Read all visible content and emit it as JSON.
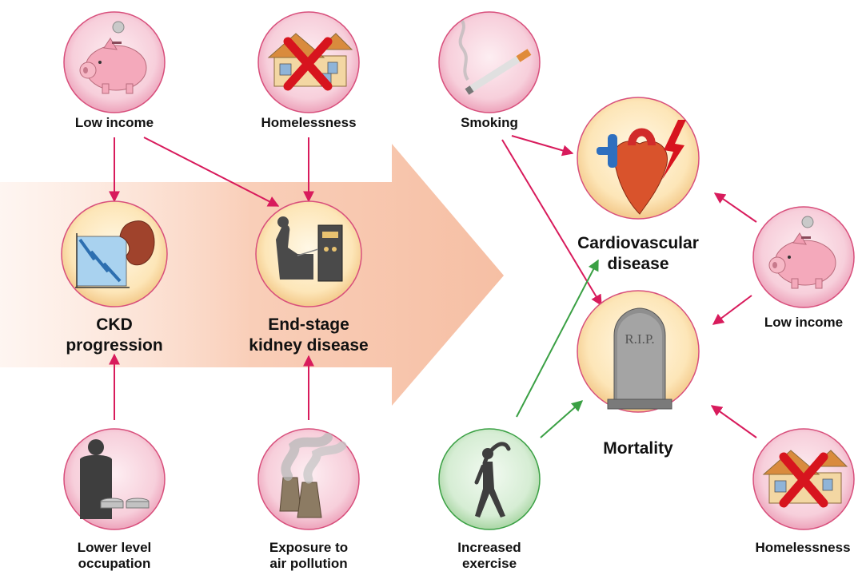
{
  "labels": {
    "low_income_top": "Low income",
    "homelessness_top": "Homelessness",
    "smoking": "Smoking",
    "ckd_line1": "CKD",
    "ckd_line2": "progression",
    "eskd_line1": "End-stage",
    "eskd_line2": "kidney disease",
    "cvd_line1": "Cardiovascular",
    "cvd_line2": "disease",
    "low_income_right": "Low income",
    "mortality": "Mortality",
    "homelessness_right": "Homelessness",
    "occupation_line1": "Lower level",
    "occupation_line2": "occupation",
    "pollution_line1": "Exposure to",
    "pollution_line2": "air pollution",
    "exercise_line1": "Increased",
    "exercise_line2": "exercise"
  },
  "tombstone_text": "R.I.P.",
  "colors": {
    "risk_arrow": "#d81b5c",
    "protective_arrow": "#3aa044",
    "risk_circle": "#f6c8d6",
    "outcome_circle": "#fbe3b3",
    "protective_circle": "#d3ecd2",
    "big_arrow": "#f7c4ad"
  },
  "icons": [
    "piggy-bank-icon",
    "crossed-house-icon",
    "cigarette-icon",
    "kidney-chart-icon",
    "dialysis-icon",
    "heart-lightning-icon",
    "tombstone-icon",
    "worker-coins-icon",
    "factory-smoke-icon",
    "stretching-person-icon"
  ]
}
